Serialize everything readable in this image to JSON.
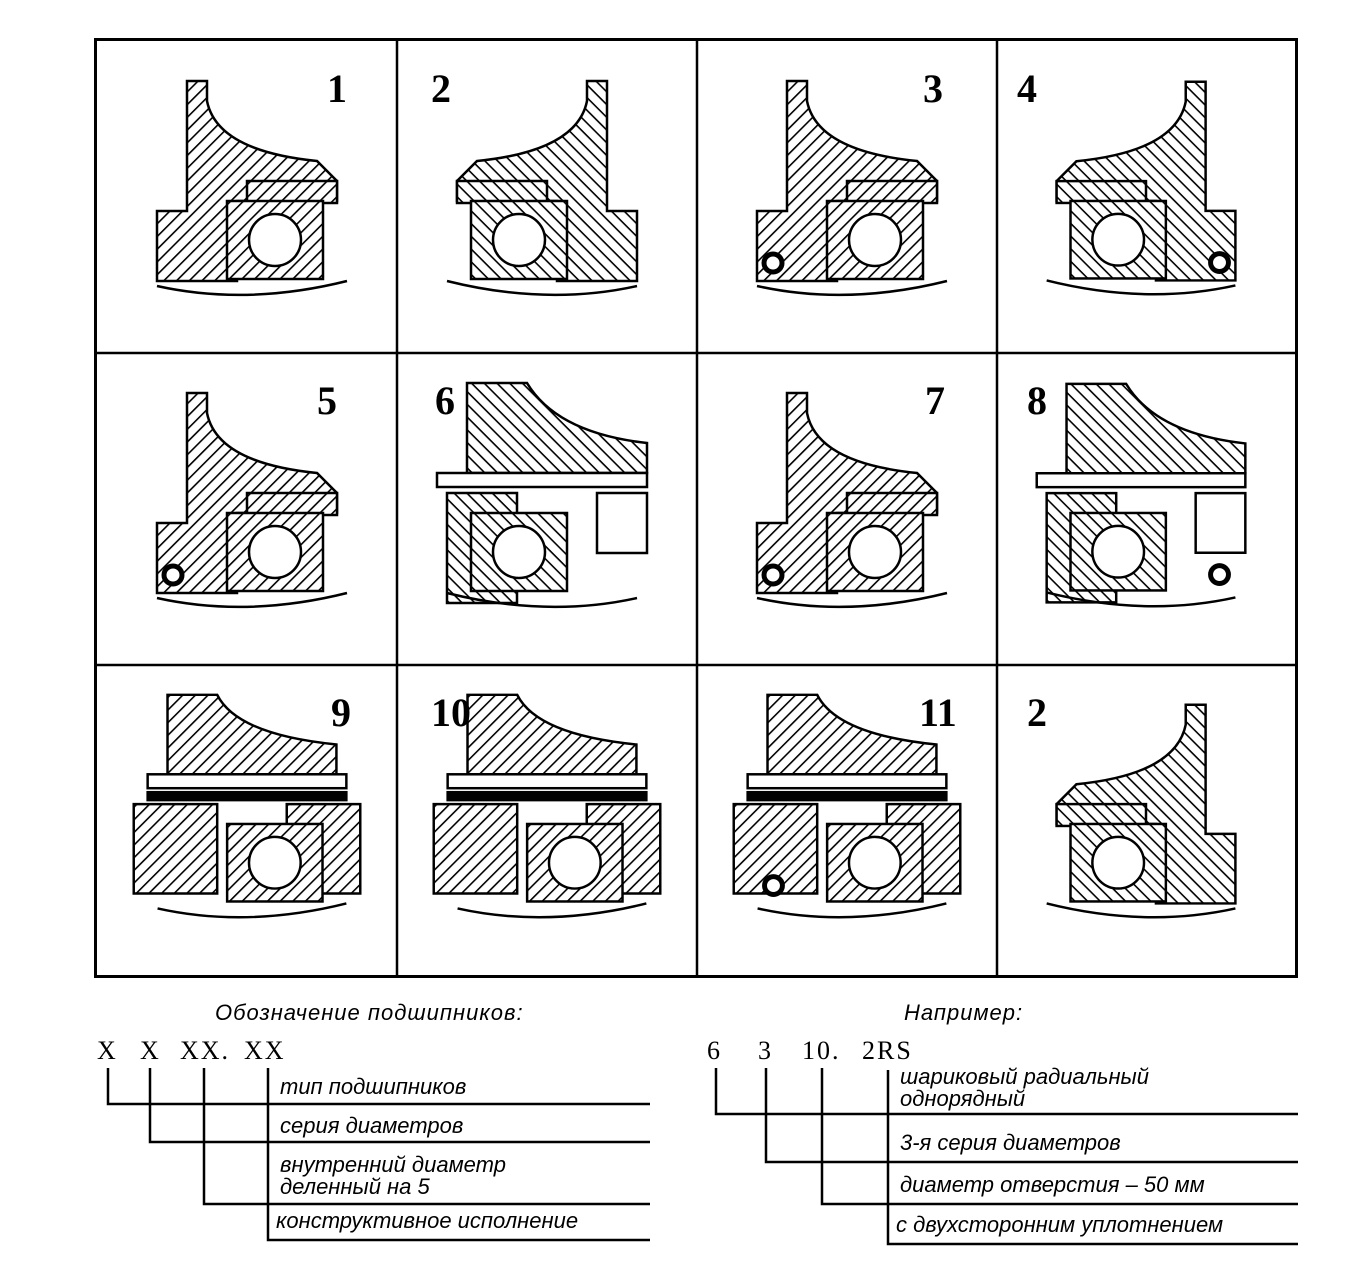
{
  "diagram": {
    "colors": {
      "ink": "#000000",
      "paper": "#ffffff"
    },
    "cells": [
      {
        "label": "1",
        "variant": "housing-right-shoulder"
      },
      {
        "label": "2",
        "variant": "housing-left-shoulder"
      },
      {
        "label": "3",
        "variant": "housing-right-shoulder-oring"
      },
      {
        "label": "4",
        "variant": "housing-left-shoulder-oring"
      },
      {
        "label": "5",
        "variant": "housing-right-orings"
      },
      {
        "label": "6",
        "variant": "housing-left-bolted"
      },
      {
        "label": "7",
        "variant": "housing-right-orings"
      },
      {
        "label": "8",
        "variant": "housing-left-bolted-oring"
      },
      {
        "label": "9",
        "variant": "housing-double-bolted"
      },
      {
        "label": "10",
        "variant": "housing-double-bolted"
      },
      {
        "label": "11",
        "variant": "housing-double-bolted-oring"
      },
      {
        "label": "2",
        "variant": "housing-left-shoulder"
      }
    ]
  },
  "legend_left": {
    "title": "Обозначение подшипников:",
    "code": [
      "X",
      "X",
      "XX.",
      "XX"
    ],
    "descriptions": [
      "тип подшипников",
      "серия диаметров",
      "внутренний диаметр деленный на 5",
      "конструктивное исполнение"
    ]
  },
  "legend_right": {
    "title": "Например:",
    "code": [
      "6",
      "3",
      "10.",
      "2RS"
    ],
    "descriptions": [
      "шариковый радиальный однорядный",
      "3-я серия диаметров",
      "диаметр отверстия – 50 мм",
      "с двухсторонним уплотнением"
    ]
  }
}
